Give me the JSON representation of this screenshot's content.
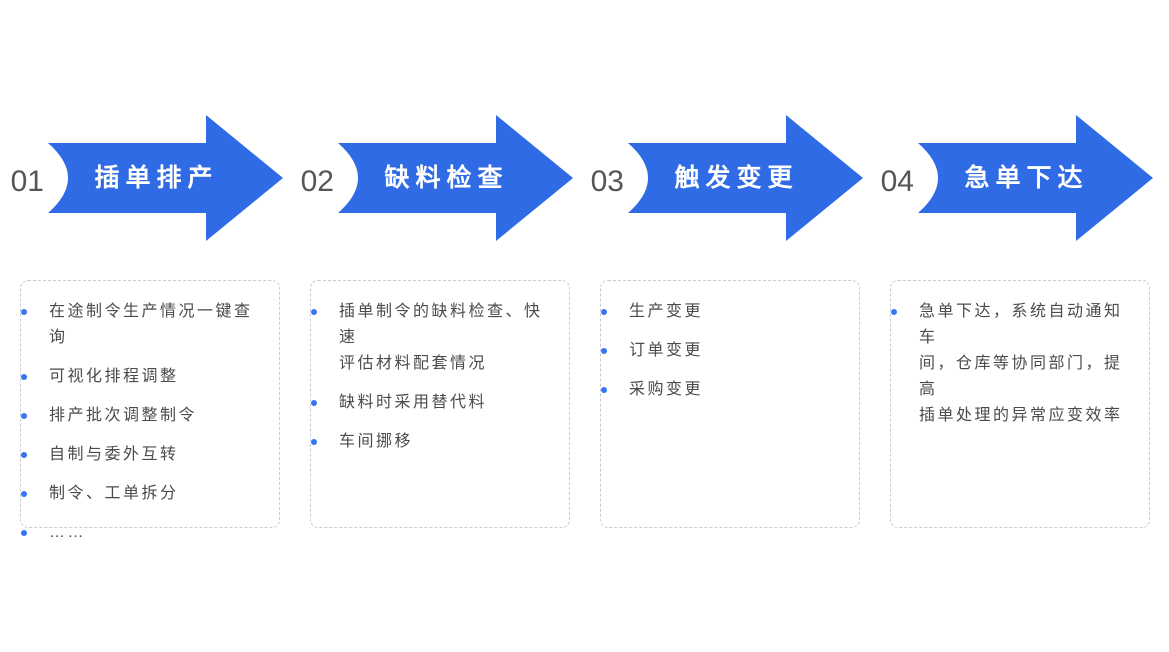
{
  "colors": {
    "arrow_blue": "#2E6BE5",
    "bullet_blue": "#3375F6",
    "number_gray": "#54565B",
    "text_gray": "#4A4B4F",
    "title_white": "#FFFFFF",
    "border_gray": "#C9CBD0"
  },
  "steps": [
    {
      "number": "01",
      "title": "插单排产",
      "items": [
        "在途制令生产情况一键查询",
        "可视化排程调整",
        "排产批次调整制令",
        "自制与委外互转",
        "制令、工单拆分",
        "……"
      ]
    },
    {
      "number": "02",
      "title": "缺料检查",
      "items": [
        "插单制令的缺料检查、快速\n评估材料配套情况",
        "缺料时采用替代料",
        "车间挪移"
      ]
    },
    {
      "number": "03",
      "title": "触发变更",
      "items": [
        "生产变更",
        "订单变更",
        "采购变更"
      ]
    },
    {
      "number": "04",
      "title": "急单下达",
      "items": [
        "急单下达，系统自动通知车\n间，仓库等协同部门，提高\n插单处理的异常应变效率"
      ]
    }
  ]
}
